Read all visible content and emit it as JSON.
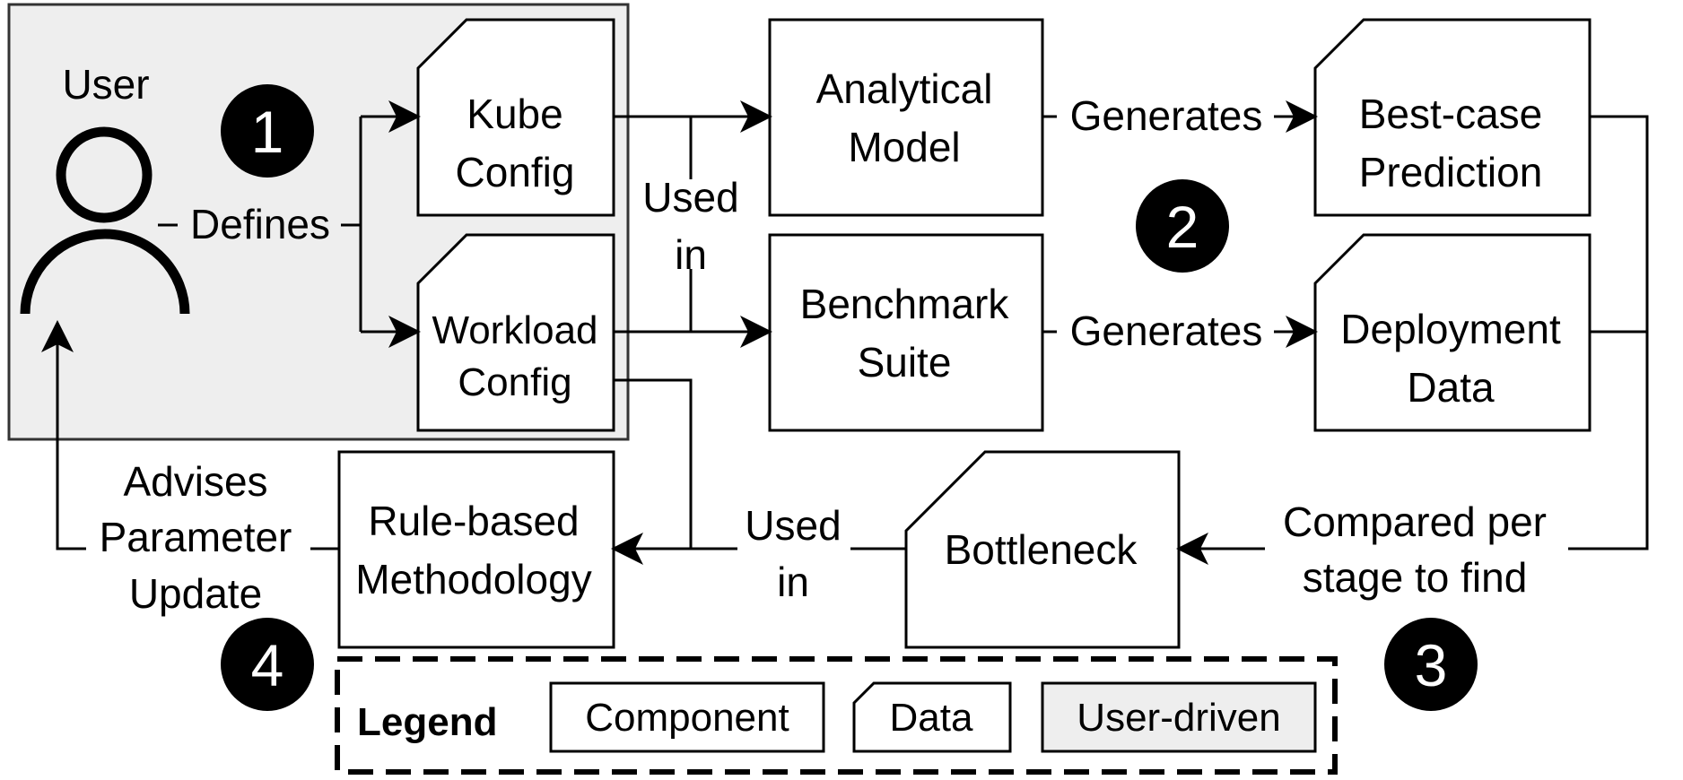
{
  "user": {
    "label": "User"
  },
  "badges": {
    "one": "1",
    "two": "2",
    "three": "3",
    "four": "4"
  },
  "edges": {
    "defines": "Defines",
    "used_in_top": [
      "Used",
      "in"
    ],
    "generates_top": "Generates",
    "generates_bottom": "Generates",
    "compared": [
      "Compared per",
      "stage to find"
    ],
    "used_in_bottom": [
      "Used",
      "in"
    ],
    "advises": [
      "Advises",
      "Parameter",
      "Update"
    ]
  },
  "nodes": {
    "kube_config": [
      "Kube",
      "Config"
    ],
    "workload_config": [
      "Workload",
      "Config"
    ],
    "analytical_model": [
      "Analytical",
      "Model"
    ],
    "benchmark_suite": [
      "Benchmark",
      "Suite"
    ],
    "best_case_prediction": [
      "Best-case",
      "Prediction"
    ],
    "deployment_data": [
      "Deployment",
      "Data"
    ],
    "bottleneck": "Bottleneck",
    "rule_based_methodology": [
      "Rule-based",
      "Methodology"
    ]
  },
  "legend": {
    "title": "Legend",
    "component": "Component",
    "data": "Data",
    "user_driven": "User-driven"
  },
  "colors": {
    "user_driven_fill": "#eeeeee",
    "stroke": "#000000"
  }
}
